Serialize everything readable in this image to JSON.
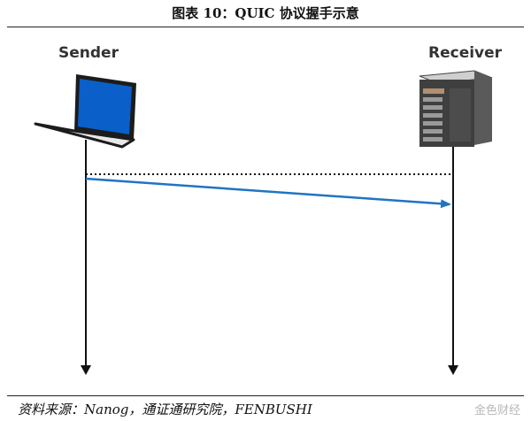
{
  "figure": {
    "title": "图表 10：QUIC 协议握手示意",
    "source": "资料来源：Nanog，通证通研究院，FENBUSHI"
  },
  "diagram": {
    "sender_label": "Sender",
    "receiver_label": "Receiver",
    "sender_icon": "laptop-icon",
    "receiver_icon": "server-icon",
    "arrow_color": "#1f74c4",
    "laptop_screen_color": "#0a5fc9",
    "messages": [
      {
        "from": "Sender",
        "to": "Receiver",
        "style": "dotted"
      },
      {
        "from": "Sender",
        "to": "Receiver",
        "style": "solid-arrow"
      }
    ]
  },
  "watermark": "金色财经"
}
